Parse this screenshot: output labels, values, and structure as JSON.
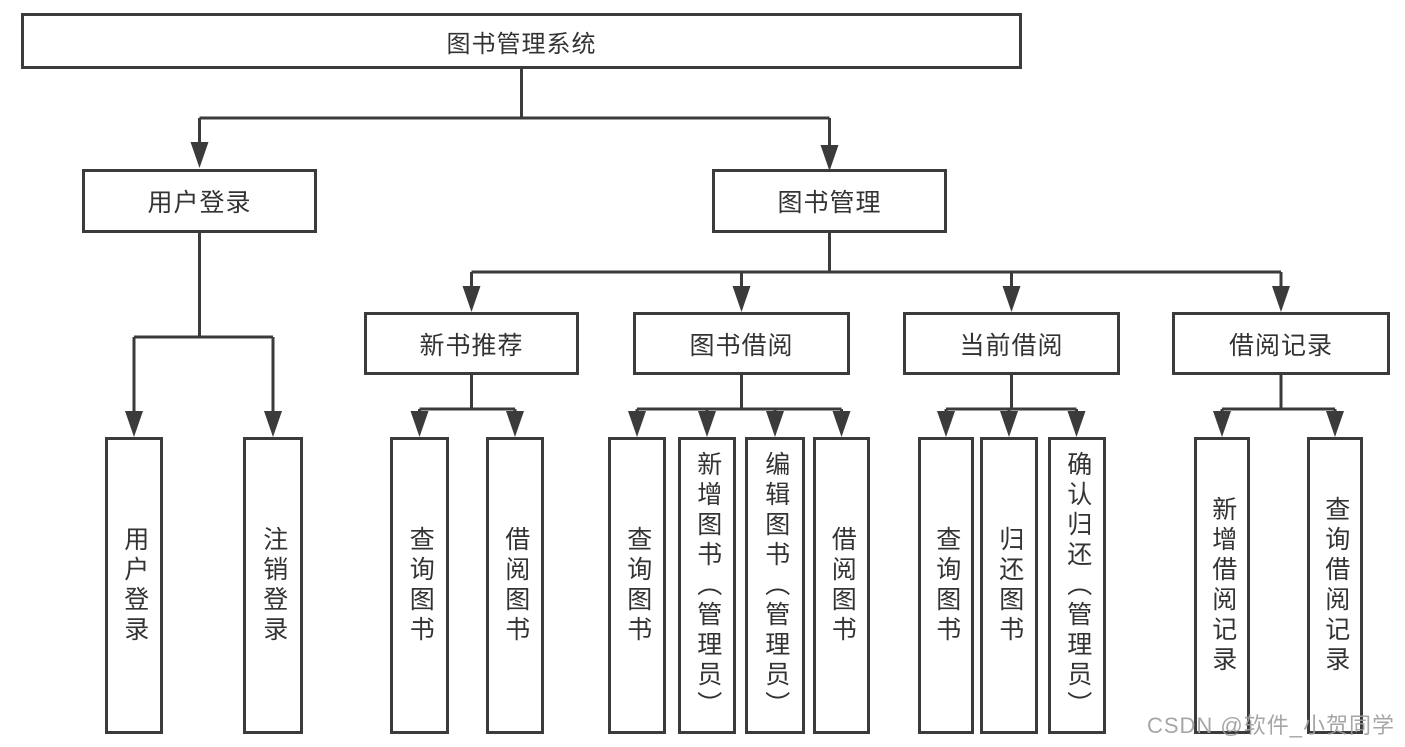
{
  "diagram": {
    "title": "图书管理系统",
    "watermark": "CSDN @软件_小贺同学",
    "colors": {
      "line": "#3b3b3b",
      "text": "#333333",
      "background": "#ffffff",
      "watermark": "#9e9e9e"
    },
    "tree": {
      "root": "图书管理系统",
      "branches": [
        {
          "label": "用户登录",
          "children": [
            "用户登录",
            "注销登录"
          ]
        },
        {
          "label": "图书管理",
          "children": [
            {
              "label": "新书推荐",
              "children": [
                "查询图书",
                "借阅图书"
              ]
            },
            {
              "label": "图书借阅",
              "children": [
                "查询图书",
                "新增图书（管理员）",
                "编辑图书（管理员）",
                "借阅图书"
              ]
            },
            {
              "label": "当前借阅",
              "children": [
                "查询图书",
                "归还图书",
                "确认归还（管理员）"
              ]
            },
            {
              "label": "借阅记录",
              "children": [
                "新增借阅记录",
                "查询借阅记录"
              ]
            }
          ]
        }
      ]
    }
  }
}
